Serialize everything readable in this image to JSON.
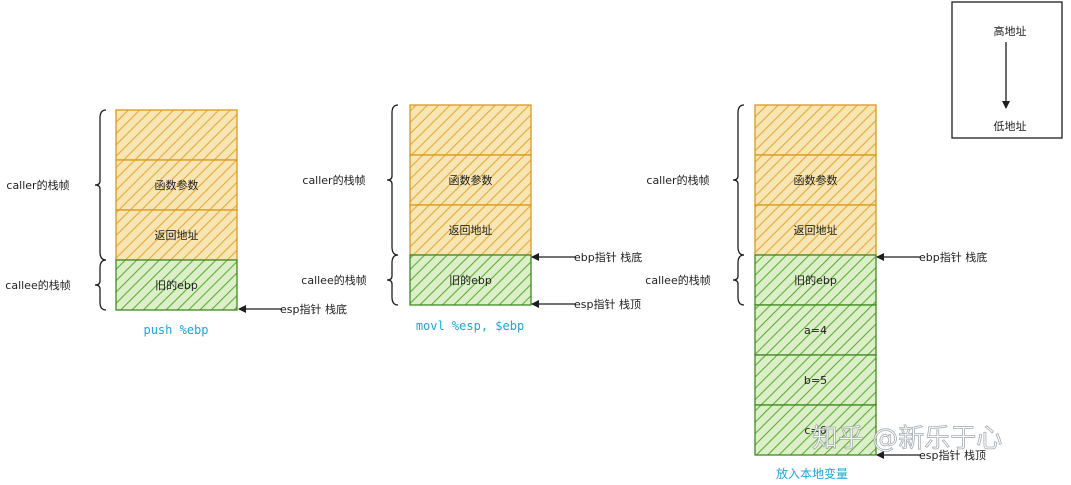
{
  "legend": {
    "high": "高地址",
    "low": "低地址"
  },
  "panels": [
    {
      "caption": "push %ebp",
      "caption_style": "code",
      "cells": [
        {
          "text": "",
          "kind": "orange"
        },
        {
          "text": "函数参数",
          "kind": "orange"
        },
        {
          "text": "返回地址",
          "kind": "orange"
        },
        {
          "text": "旧的ebp",
          "kind": "green"
        }
      ],
      "brackets": [
        {
          "label": "caller的栈帧"
        },
        {
          "label": "callee的栈帧"
        }
      ],
      "pointers": [
        {
          "label": "esp指针 栈底"
        }
      ]
    },
    {
      "caption": "movl %esp, $ebp",
      "caption_style": "code",
      "cells": [
        {
          "text": "",
          "kind": "orange"
        },
        {
          "text": "函数参数",
          "kind": "orange"
        },
        {
          "text": "返回地址",
          "kind": "orange"
        },
        {
          "text": "旧的ebp",
          "kind": "green"
        }
      ],
      "brackets": [
        {
          "label": "caller的栈帧"
        },
        {
          "label": "callee的栈帧"
        }
      ],
      "pointers": [
        {
          "label": "ebp指针 栈底"
        },
        {
          "label": "esp指针 栈顶"
        }
      ]
    },
    {
      "caption": "放入本地变量",
      "caption_style": "text",
      "cells": [
        {
          "text": "",
          "kind": "orange"
        },
        {
          "text": "函数参数",
          "kind": "orange"
        },
        {
          "text": "返回地址",
          "kind": "orange"
        },
        {
          "text": "旧的ebp",
          "kind": "green"
        },
        {
          "text": "a=4",
          "kind": "green"
        },
        {
          "text": "b=5",
          "kind": "green"
        },
        {
          "text": "c=6",
          "kind": "green"
        }
      ],
      "brackets": [
        {
          "label": "caller的栈帧"
        },
        {
          "label": "callee的栈帧"
        }
      ],
      "pointers": [
        {
          "label": "ebp指针 栈底"
        },
        {
          "label": "esp指针 栈顶"
        }
      ]
    }
  ],
  "watermark": "知乎 @新乐于心",
  "colors": {
    "orange_fill": "#f7e6b3",
    "orange_hatch": "#e5a83a",
    "orange_stroke": "#d99a1c",
    "green_fill": "#dcefc9",
    "green_hatch": "#5fae3a",
    "green_stroke": "#3f8a22",
    "caption": "#1fa6d6"
  }
}
